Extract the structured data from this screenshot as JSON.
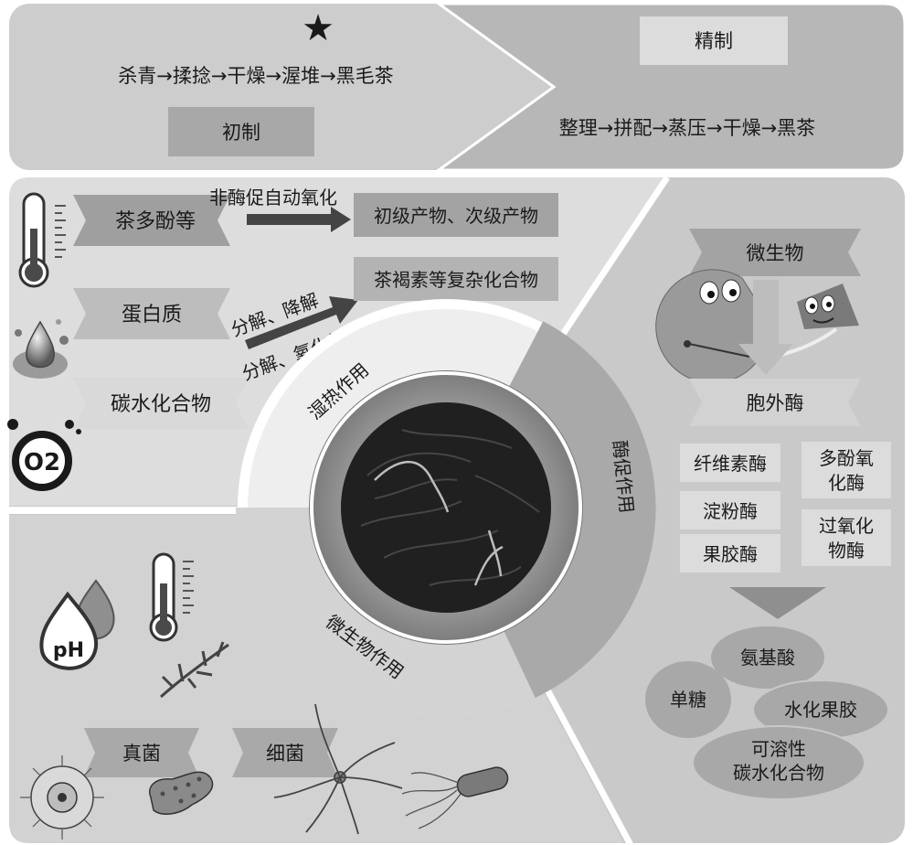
{
  "top": {
    "star": "★",
    "primary_process": "杀青→揉捻→干燥→渥堆→黑毛茶",
    "primary_label": "初制",
    "refining_label": "精制",
    "refining_process": "整理→拼配→蒸压→干燥→黑茶"
  },
  "humid_heat": {
    "ribbon_1": "茶多酚等",
    "ribbon_2": "蛋白质",
    "ribbon_3": "碳水化合物",
    "arrow_1_label": "非酶促自动氧化",
    "arrow_2_label_a": "分解、降解",
    "arrow_2_label_b": "分解、氧化缩合",
    "product_1": "初级产物、次级产物",
    "product_2": "茶褐素等复杂化合物",
    "o2_label": "O2"
  },
  "center": {
    "ring_humid": "湿热作用",
    "ring_enzyme": "酶促作用",
    "ring_microbe": "微生物作用"
  },
  "enzyme": {
    "ribbon_microbe": "微生物",
    "ribbon_exo": "胞外酶",
    "enzymes": [
      "纤维素酶",
      "淀粉酶",
      "果胶酶"
    ],
    "enzymes_right": [
      [
        "多酚氧",
        "化酶"
      ],
      [
        "过氧化",
        "物酶"
      ]
    ],
    "products": {
      "amino": "氨基酸",
      "mono": "单糖",
      "pectin": "水化果胶",
      "soluble_a": "可溶性",
      "soluble_b": "碳水化合物"
    }
  },
  "microbe": {
    "ph_label": "pH",
    "fungi": "真菌",
    "bacteria": "细菌"
  }
}
